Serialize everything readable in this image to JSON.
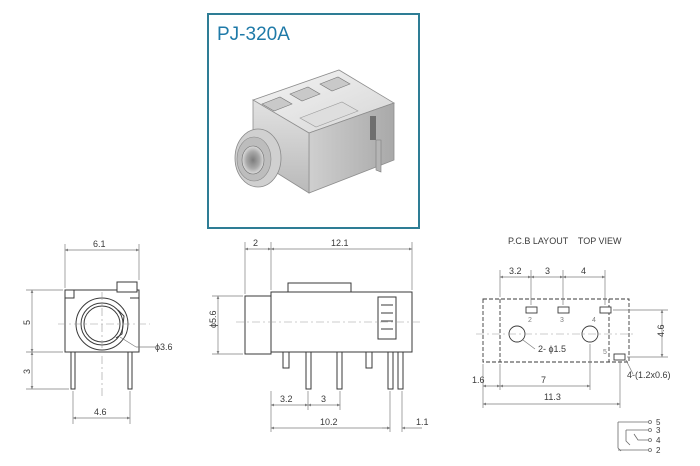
{
  "product": {
    "title": "PJ-320A"
  },
  "front_view": {
    "width": "6.1",
    "height": "5",
    "pin_length": "3",
    "pin_spacing": "4.6",
    "bore": "ϕ3.6"
  },
  "side_view": {
    "front_lip": "2",
    "length": "12.1",
    "diameter": "ϕ5.6",
    "pin_pitch_a": "3.2",
    "pin_pitch_b": "3",
    "pin_span": "10.2",
    "rear_offset": "1.1"
  },
  "pcb_layout": {
    "heading": "P.C.B LAYOUT    TOP VIEW",
    "pitch_1": "3.2",
    "pitch_2": "3",
    "pitch_3": "4",
    "row_spacing": "4.6",
    "hole_label": "2- ϕ1.5",
    "slot_label": "4-(1.2x0.6)",
    "offset": "1.6",
    "hole_spacing": "7",
    "total_length": "11.3",
    "pad_numbers": [
      "2",
      "3",
      "4",
      "5"
    ]
  },
  "schematic": {
    "pins": [
      "5",
      "3",
      "4",
      "2"
    ]
  },
  "colors": {
    "frame": "#2e7d95",
    "title": "#1f7aa8",
    "dimension": "#7d7d7d",
    "outline": "#3a3a3a",
    "body_light": "#e8e8e8",
    "body_mid": "#cfcfcf",
    "body_dark": "#9a9a9a"
  }
}
